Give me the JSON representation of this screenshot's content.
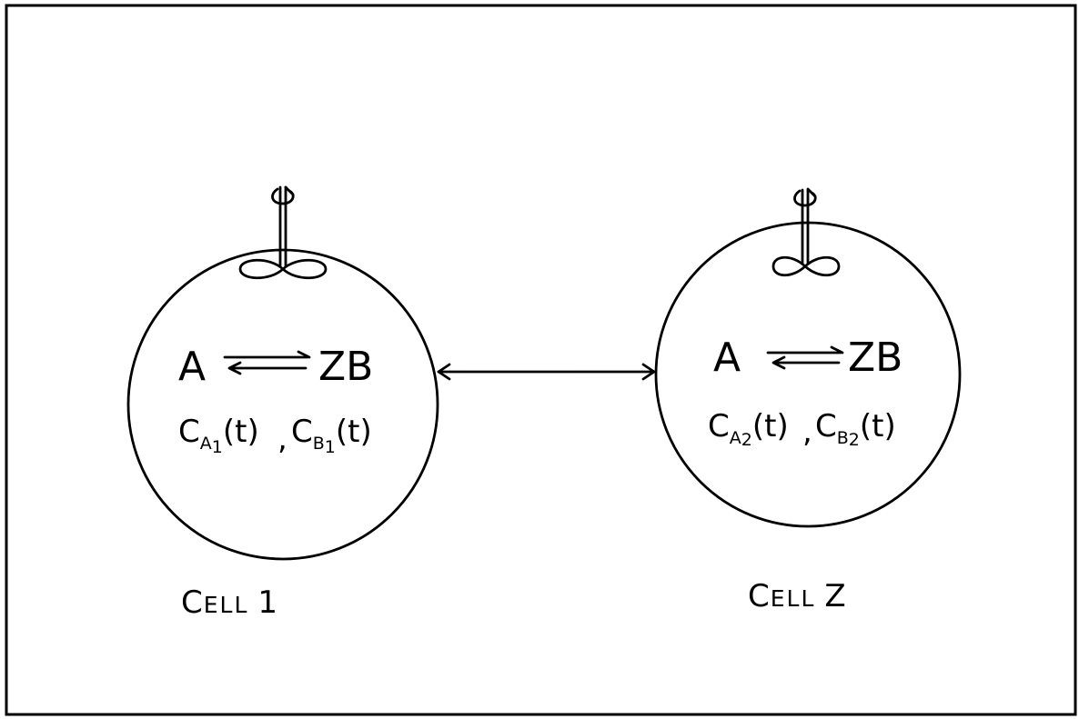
{
  "cells": [
    {
      "reaction": {
        "left": "A",
        "right": "ZB"
      },
      "conc_a": {
        "sym": "C",
        "sub": "A",
        "subsub": "1",
        "arg": "(t)"
      },
      "separator": ",",
      "conc_b": {
        "sym": "C",
        "sub": "B",
        "subsub": "1",
        "arg": "(t)"
      },
      "label": {
        "initial": "C",
        "rest": "ELL",
        "num": "1"
      }
    },
    {
      "reaction": {
        "left": "A",
        "right": "ZB"
      },
      "conc_a": {
        "sym": "C",
        "sub": "A",
        "subsub": "2",
        "arg": "(t)"
      },
      "separator": ",",
      "conc_b": {
        "sym": "C",
        "sub": "B",
        "subsub": "2",
        "arg": "(t)"
      },
      "label": {
        "initial": "C",
        "rest": "ELL",
        "num": "Z"
      }
    }
  ]
}
